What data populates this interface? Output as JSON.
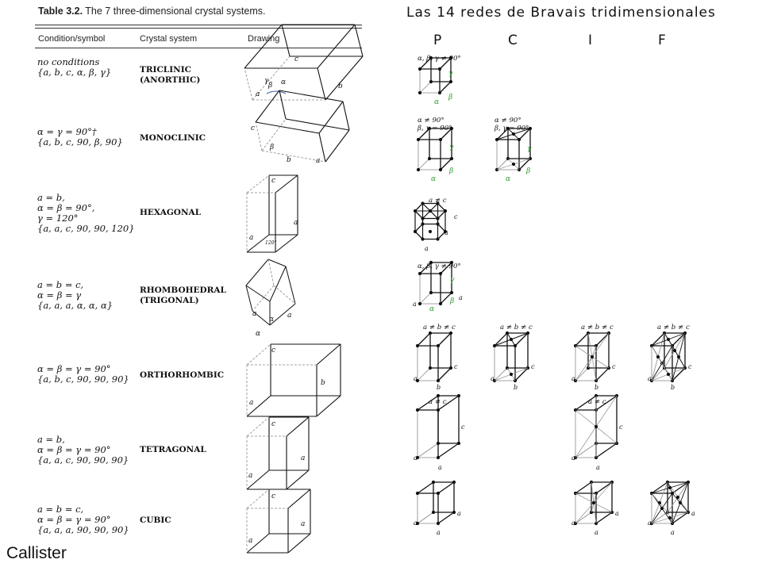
{
  "table": {
    "title_num": "Table 3.2.",
    "title_text": "The 7 three-dimensional crystal systems.",
    "headers": {
      "condition": "Condition/symbol",
      "system": "Crystal system",
      "drawing": "Drawing"
    },
    "rows": [
      {
        "cond": [
          "no conditions",
          "{a, b, c, α, β, γ}"
        ],
        "system": [
          "TRICLINIC",
          "(ANORTHIC)"
        ]
      },
      {
        "cond": [
          "α = γ = 90°†",
          "{a, b, c, 90, β, 90}"
        ],
        "system": [
          "MONOCLINIC"
        ]
      },
      {
        "cond": [
          "a = b,",
          "α = β = 90°,",
          "γ = 120°",
          "{a, a, c, 90, 90, 120}"
        ],
        "system": [
          "HEXAGONAL"
        ]
      },
      {
        "cond": [
          "a = b = c,",
          "α = β = γ",
          "{a, a, a, α, α, α}"
        ],
        "system": [
          "RHOMBOHEDRAL",
          "(TRIGONAL)"
        ]
      },
      {
        "cond": [
          "α = β = γ = 90°",
          "{a, b, c, 90, 90, 90}"
        ],
        "system": [
          "ORTHORHOMBIC"
        ]
      },
      {
        "cond": [
          "a = b,",
          "α = β = γ = 90°",
          "{a, a, c, 90, 90, 90}"
        ],
        "system": [
          "TETRAGONAL"
        ]
      },
      {
        "cond": [
          "a = b = c,",
          "α = β = γ = 90°",
          "{a, a, a, 90, 90, 90}"
        ],
        "system": [
          "CUBIC"
        ]
      }
    ],
    "drawing_labels": {
      "edge_a": "a",
      "edge_b": "b",
      "edge_c": "c",
      "angle_alpha": "α",
      "angle_beta": "β",
      "angle_gamma": "γ",
      "hex_angle": "120°"
    }
  },
  "bravais": {
    "title": "Las 14 redes de Bravais tridimensionales",
    "columns": [
      "P",
      "C",
      "I",
      "F"
    ],
    "cell_labels": {
      "triclinic_p": [
        "α, β, γ ≠ 90°"
      ],
      "monoclinic_p": [
        "α ≠ 90°",
        "β, γ = 90°"
      ],
      "monoclinic_c": [
        "α ≠ 90°",
        "β, γ = 90°"
      ],
      "hexagonal_p": [
        "a ≠ c"
      ],
      "trigonal_p": [
        "α, β, γ ≠ 90°"
      ],
      "orthorhombic": [
        "a ≠ b ≠ c"
      ],
      "tetragonal": [
        "a ≠ c"
      ]
    },
    "edge_label_a": "a",
    "edge_label_b": "b",
    "edge_label_c": "c",
    "angle_alpha": "α",
    "angle_beta": "β",
    "angle_gamma": "γ"
  },
  "credit": "Callister",
  "colors": {
    "line": "#111111",
    "hidden": "#888888",
    "diag": "#9a9a9a",
    "angle": "#2f9a2f",
    "rule": "#333333"
  }
}
